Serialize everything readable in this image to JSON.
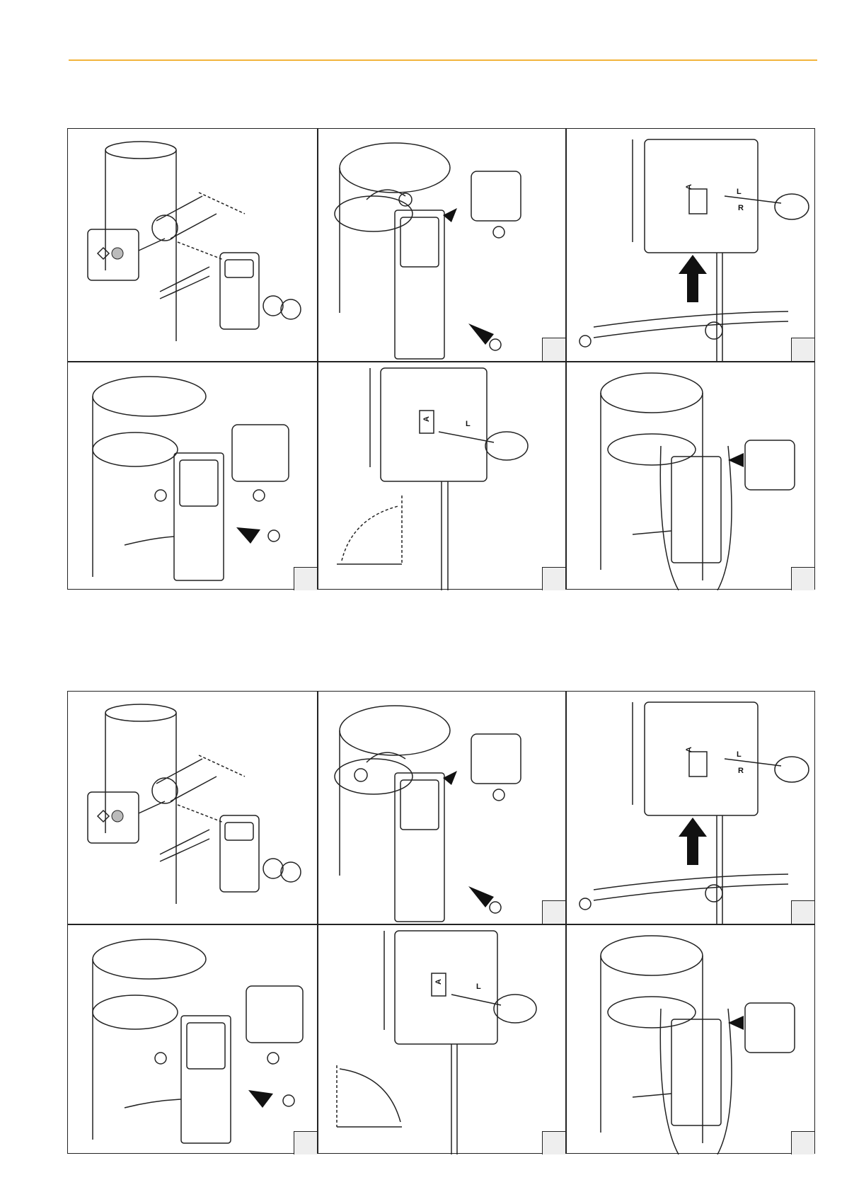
{
  "panel_labels": {
    "selector_a": "A",
    "direction_l": "L",
    "direction_r": "R"
  },
  "colors": {
    "header_rule": "#f2b43c",
    "line": "#222222",
    "step_box": "#eeeeee"
  },
  "sections": [
    {
      "id": "top",
      "panels": 6
    },
    {
      "id": "bottom",
      "panels": 6
    }
  ]
}
